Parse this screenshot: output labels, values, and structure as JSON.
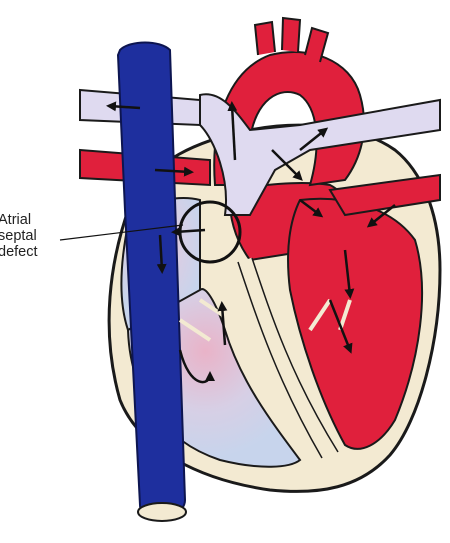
{
  "label": {
    "lines": [
      "Atrial",
      "septal",
      "defect"
    ]
  },
  "colors": {
    "oxygenated": "#e0203c",
    "deoxygenated": "#1e2f9e",
    "mixed": "#d8dcef",
    "wall": "#f3ead2",
    "outline": "#1a1a1a"
  }
}
